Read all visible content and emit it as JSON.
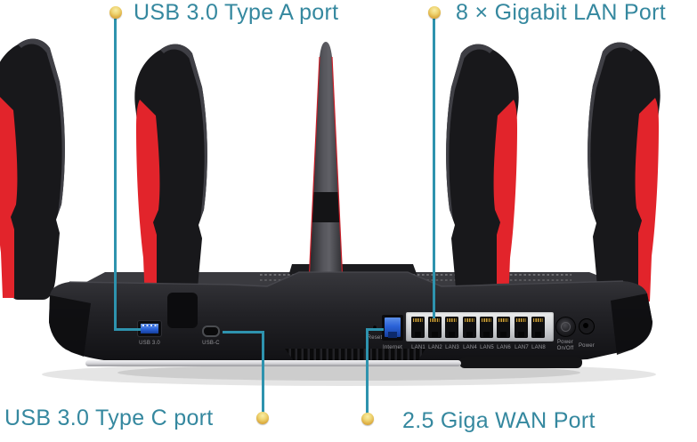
{
  "callouts": {
    "usb_a_top": {
      "label": "USB 3.0 Type A port"
    },
    "lan_top": {
      "label": "8 × Gigabit LAN Port"
    },
    "usb_c_bottom": {
      "label": "USB 3.0 Type C port"
    },
    "wan_bottom": {
      "label": "2.5 Giga WAN Port"
    }
  },
  "rear_panel": {
    "reset_label": "Reset",
    "internet_label": "Internet",
    "lan_port_labels": [
      "LAN1",
      "LAN2",
      "LAN3",
      "LAN4",
      "LAN5",
      "LAN6",
      "LAN7",
      "LAN8"
    ],
    "power_switch_label": "Power On/Off",
    "power_jack_label": "Power",
    "usb_a_label": "USB 3.0",
    "usb_c_label": "USB-C"
  },
  "colors": {
    "callout_text": "#35889F",
    "leader_line": "#2E93AE",
    "pin_gold": "#E9C75B",
    "accent_red": "#E2242B",
    "usb_port_blue": "#2A62D8",
    "device_body": "#1C1C1F",
    "lan_plate_silver": "#D5D7D9"
  }
}
